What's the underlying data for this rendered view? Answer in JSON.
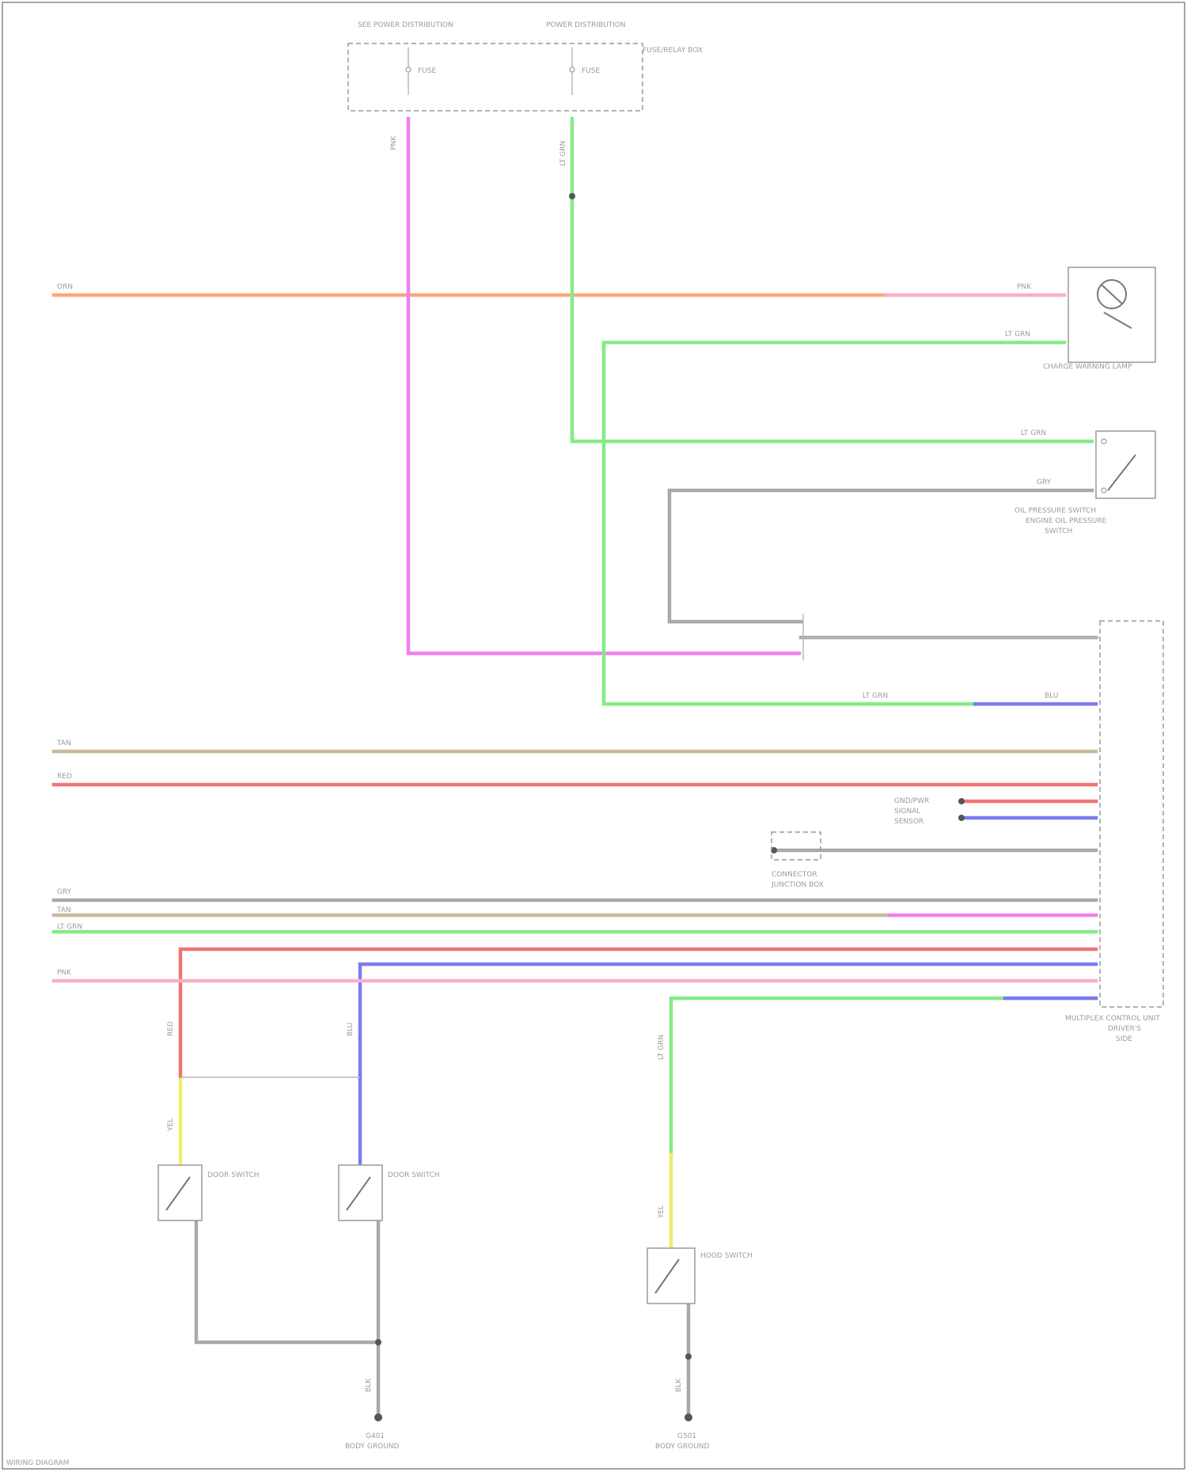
{
  "colors": {
    "orange": "#fda779",
    "magenta": "#f27ef2",
    "green": "#84ec84",
    "gray": "#a9a9a9",
    "tan": "#c8bb9b",
    "red": "#f17575",
    "blue": "#7b7bf1",
    "pink": "#f7b1c8",
    "yellow": "#eeee6b"
  },
  "icons": [
    "switch-icon",
    "ground-icon",
    "lamp-icon"
  ],
  "components": {
    "fuse_box_left": "SEE POWER DISTRIBUTION",
    "fuse_box_right": "POWER DISTRIBUTION",
    "fuse_box_note": "FUSE/RELAY BOX",
    "fuse_left": "FUSE",
    "fuse_right": "FUSE",
    "lamp": "CHARGE WARNING LAMP",
    "switch_top": "OIL PRESSURE SWITCH",
    "switch_top_sub": "ENGINE OIL PRESSURE",
    "switch_top_sub2": "SWITCH",
    "module": "MULTIPLEX CONTROL UNIT",
    "module_sub": "DRIVER'S",
    "module_sub2": "SIDE",
    "switch_left": "DOOR SWITCH",
    "switch_mid": "DOOR SWITCH",
    "switch_right": "HOOD SWITCH",
    "ground_left": "G401",
    "ground_left_sub": "BODY GROUND",
    "ground_right": "G501",
    "ground_right_sub": "BODY GROUND",
    "inline_conn": "CONNECTOR",
    "inline_conn_sub": "JUNCTION BOX",
    "inline_a": "GND/PWR",
    "inline_b": "SIGNAL",
    "inline_c": "SENSOR",
    "footer": "WIRING DIAGRAM"
  },
  "wire_labels": {
    "orange": "ORN",
    "magenta": "PNK",
    "green": "LT GRN",
    "gray": "GRY",
    "tan": "TAN",
    "red": "RED",
    "blue": "BLU",
    "pink": "PNK",
    "yellow": "YEL",
    "black": "BLK"
  }
}
